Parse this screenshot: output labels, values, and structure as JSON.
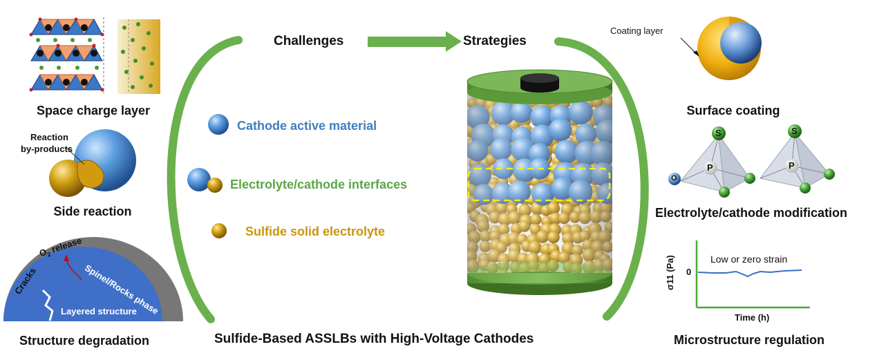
{
  "header": {
    "challenges": "Challenges",
    "strategies": "Strategies"
  },
  "legend": {
    "cathode": "Cathode active material",
    "interface": "Electrolyte/cathode interfaces",
    "electrolyte": "Sulfide solid electrolyte"
  },
  "footer": {
    "title": "Sulfide-Based ASSLBs with High-Voltage Cathodes"
  },
  "challenges": {
    "space_charge": "Space charge layer",
    "side_reaction": "Side reaction",
    "reaction_byproducts_1": "Reaction",
    "reaction_byproducts_2": "by-products",
    "structure_degradation": "Structure degradation",
    "o2_release": "O",
    "o2_sub": "2",
    "o2_word": " release",
    "cracks": "Cracks",
    "spinel": "Spinel/Rocks phase",
    "layered": "Layered structure"
  },
  "strategies": {
    "surface_coating": "Surface coating",
    "coating_layer": "Coating layer",
    "modification": "Electrolyte/cathode modification",
    "atom_s": "S",
    "atom_p": "P",
    "atom_o": "O",
    "microstructure": "Microstructure regulation",
    "strain_label": "Low or zero strain",
    "y_axis": "σ11 (Pa)",
    "y_zero": "0",
    "x_axis": "Time (h)"
  },
  "colors": {
    "green_arc": "#6ab04c",
    "cathode_blue": "#3f7fc0",
    "interface_green": "#5aa646",
    "electrolyte_gold": "#c9960c",
    "layered_blue": "#3f6fc7"
  }
}
